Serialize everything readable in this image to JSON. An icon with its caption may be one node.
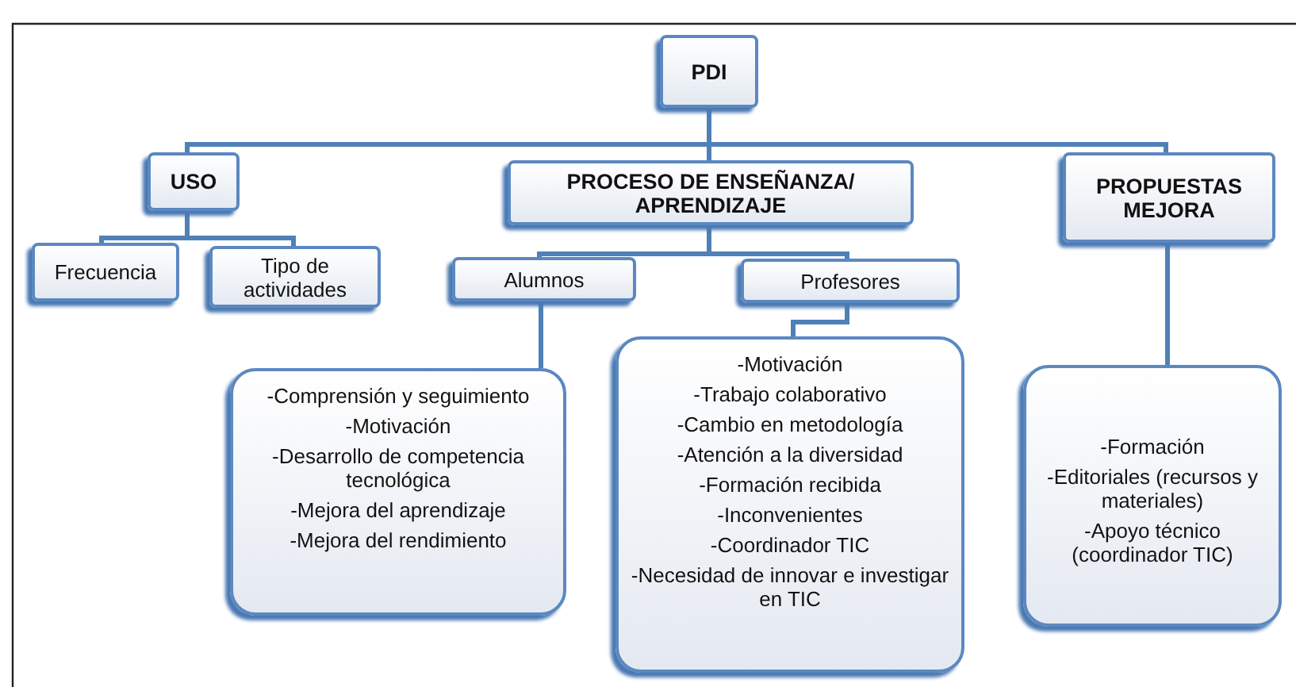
{
  "diagram": {
    "nodes": [
      {
        "text": [
          "PDI"
        ]
      },
      {
        "text": [
          "USO"
        ]
      },
      {
        "text": [
          "PROCESO DE ENSEÑANZA/ APRENDIZAJE"
        ]
      },
      {
        "text": [
          "PROPUESTAS MEJORA"
        ]
      },
      {
        "text": [
          "Frecuencia"
        ]
      },
      {
        "text": [
          "Tipo de actividades"
        ]
      },
      {
        "text": [
          "Alumnos"
        ]
      },
      {
        "text": [
          "Profesores"
        ]
      },
      {
        "text": [
          "-Comprensión y seguimiento",
          "-Motivación",
          "-Desarrollo de competencia tecnológica",
          "-Mejora del aprendizaje",
          "-Mejora del rendimiento"
        ]
      },
      {
        "text": [
          "-Motivación",
          "-Trabajo colaborativo",
          "-Cambio en metodología",
          "-Atención a la diversidad",
          "-Formación recibida",
          "-Inconvenientes",
          "-Coordinador TIC",
          "-Necesidad de innovar e investigar en TIC"
        ]
      },
      {
        "text": [
          "-Formación",
          "-Editoriales (recursos y materiales)",
          "-Apoyo técnico (coordinador TIC)"
        ]
      }
    ],
    "edges": [
      {
        "from": 0,
        "to": 1,
        "arrow": "none"
      },
      {
        "from": 0,
        "to": 2,
        "arrow": "none"
      },
      {
        "from": 0,
        "to": 3,
        "arrow": "none"
      },
      {
        "from": 1,
        "to": 4,
        "arrow": "none"
      },
      {
        "from": 1,
        "to": 5,
        "arrow": "none"
      },
      {
        "from": 2,
        "to": 6,
        "arrow": "none"
      },
      {
        "from": 2,
        "to": 7,
        "arrow": "none"
      },
      {
        "from": 6,
        "to": 8,
        "arrow": "none"
      },
      {
        "from": 7,
        "to": 9,
        "arrow": "none"
      },
      {
        "from": 3,
        "to": 10,
        "arrow": "none"
      }
    ]
  }
}
